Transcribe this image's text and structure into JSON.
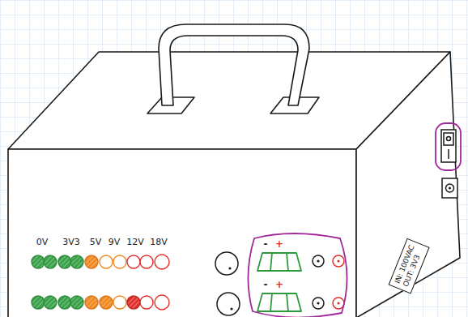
{
  "diagram": {
    "nodes": [
      {
        "text": [
          "IN: 100VAC",
          "OUT: 3V3"
        ]
      }
    ],
    "labels": [
      "0V",
      "3V3",
      "5V",
      "9V",
      "12V",
      "18V",
      "-",
      "+",
      "-",
      "+"
    ]
  }
}
